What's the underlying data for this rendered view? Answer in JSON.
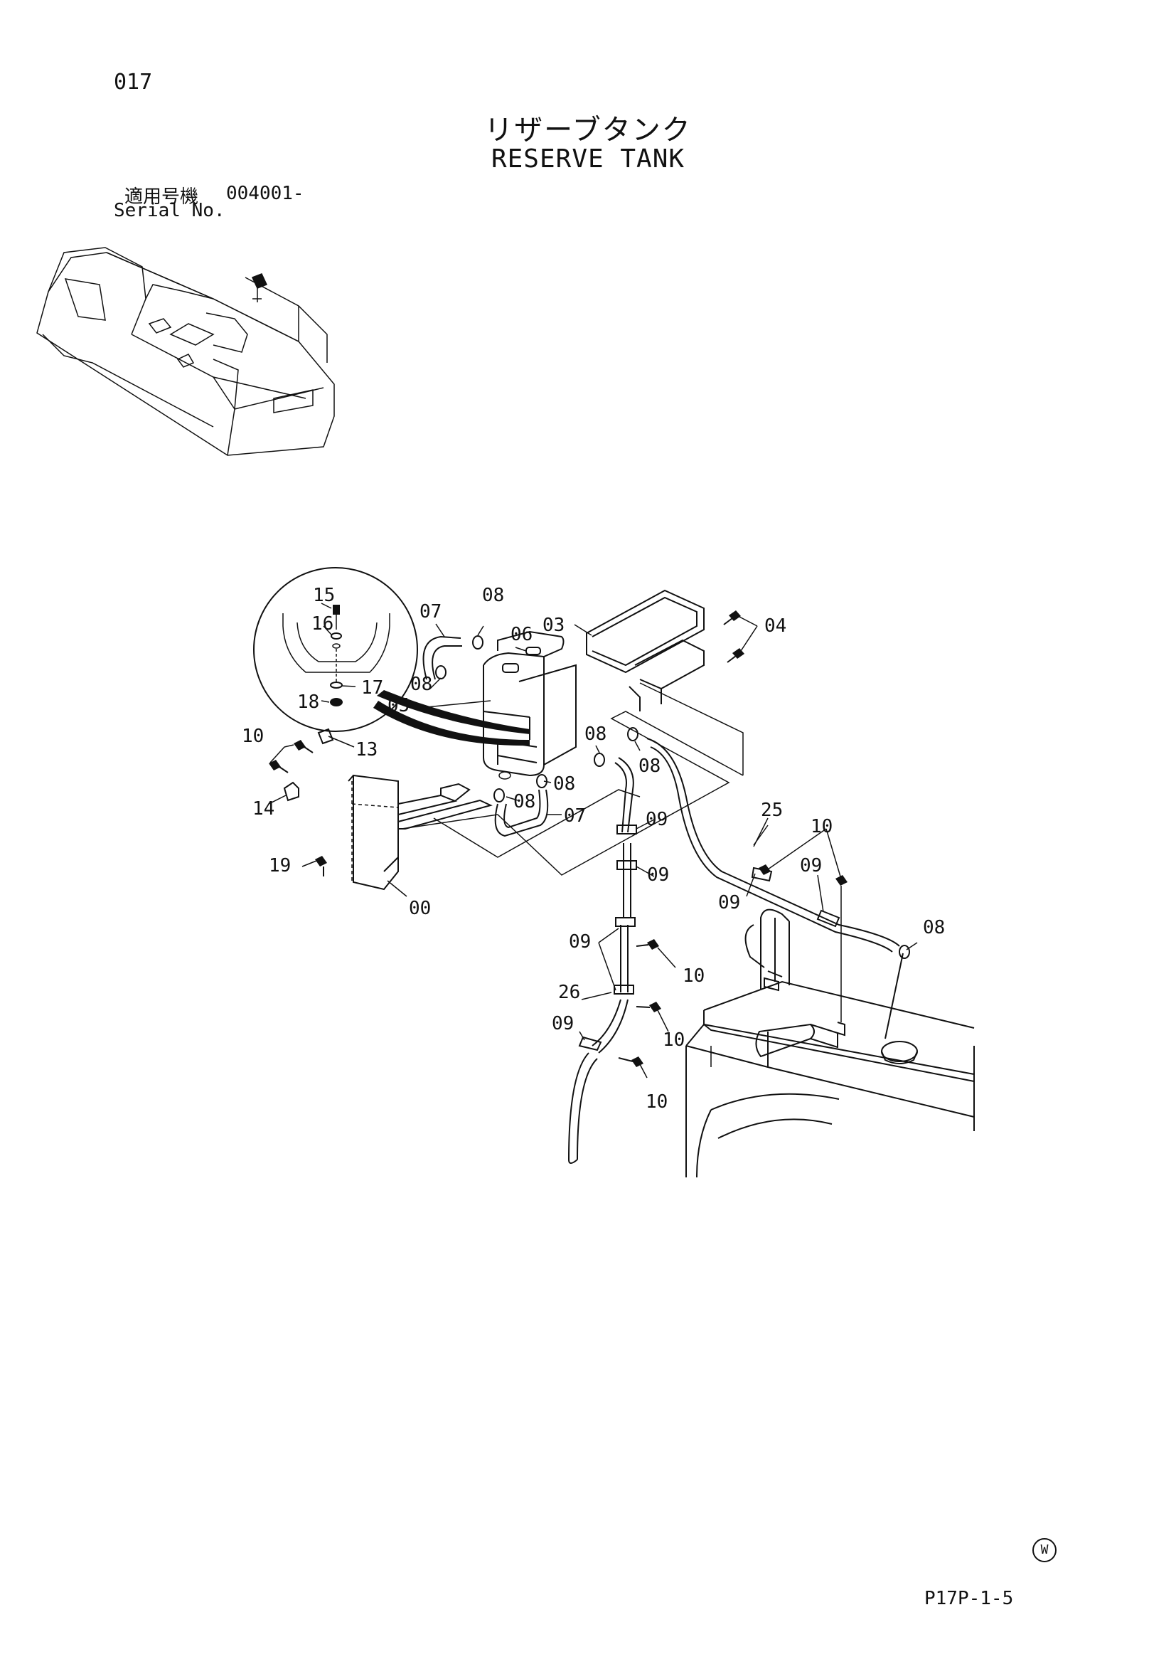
{
  "page_number": "017",
  "title_jp": "リザーブタンク",
  "title_en": "RESERVE TANK",
  "serial": {
    "label_jp": "適用号機",
    "value": "004001-",
    "label_en": "Serial No."
  },
  "callouts": {
    "c15": "15",
    "c16": "16",
    "c17": "17",
    "c18": "18",
    "c07a": "07",
    "c08a": "08",
    "c06": "06",
    "c03": "03",
    "c04": "04",
    "c08b": "08",
    "c05": "05",
    "c08c": "08",
    "c08d": "08",
    "c08e": "08",
    "c08f": "08",
    "c07b": "07",
    "c10a": "10",
    "c13": "13",
    "c14": "14",
    "c19": "19",
    "c00": "00",
    "c09a": "09",
    "c09b": "09",
    "c25": "25",
    "c10b": "10",
    "c09c": "09",
    "c09d": "09",
    "c08g": "08",
    "c09e": "09",
    "c10c": "10",
    "c26": "26",
    "c10d": "10",
    "c09f": "09",
    "c10e": "10"
  },
  "watermark": "W",
  "drawing_code": "P17P-1-5"
}
